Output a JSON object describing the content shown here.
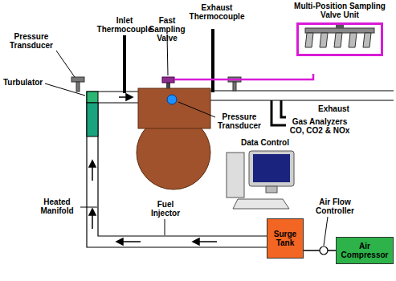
{
  "diagram": {
    "nodes": [
      {
        "text": [
          "Multi-Position Sampling Valve Unit"
        ]
      },
      {
        "text": [
          "Surge Tank"
        ]
      },
      {
        "text": [
          "Air Compressor"
        ]
      }
    ],
    "edges": [
      {
        "from": 2,
        "to": 1,
        "arrow": "none"
      }
    ],
    "labels": [
      "Exhaust Thermocouple",
      "Inlet Thermocouple",
      "Fast Sampling Valve",
      "Pressure Transducer",
      "Turbulator",
      "Pressure Transducer",
      "Exhaust",
      "Gas Analyzers CO, CO2 & NOx",
      "Data Control",
      "Fuel Injector",
      "Heated Manifold",
      "Air Flow Controller"
    ]
  }
}
